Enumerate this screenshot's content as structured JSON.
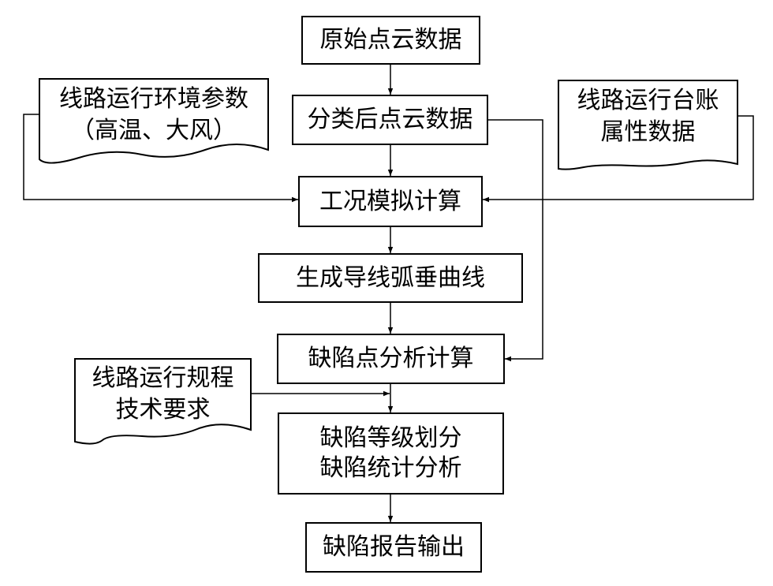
{
  "nodes": {
    "raw_point_cloud": "原始点云数据",
    "classified_point_cloud": "分类后点云数据",
    "condition_simulation": "工况模拟计算",
    "sag_curve": "生成导线弧垂曲线",
    "defect_analysis": "缺陷点分析计算",
    "defect_grading": "缺陷等级划分\n缺陷统计分析",
    "defect_report": "缺陷报告输出"
  },
  "documents": {
    "environment_params": "线路运行环境参数\n（高温、大风）",
    "ledger_data": "线路运行台账\n属性数据",
    "regulations": "线路运行规程\n技术要求"
  }
}
